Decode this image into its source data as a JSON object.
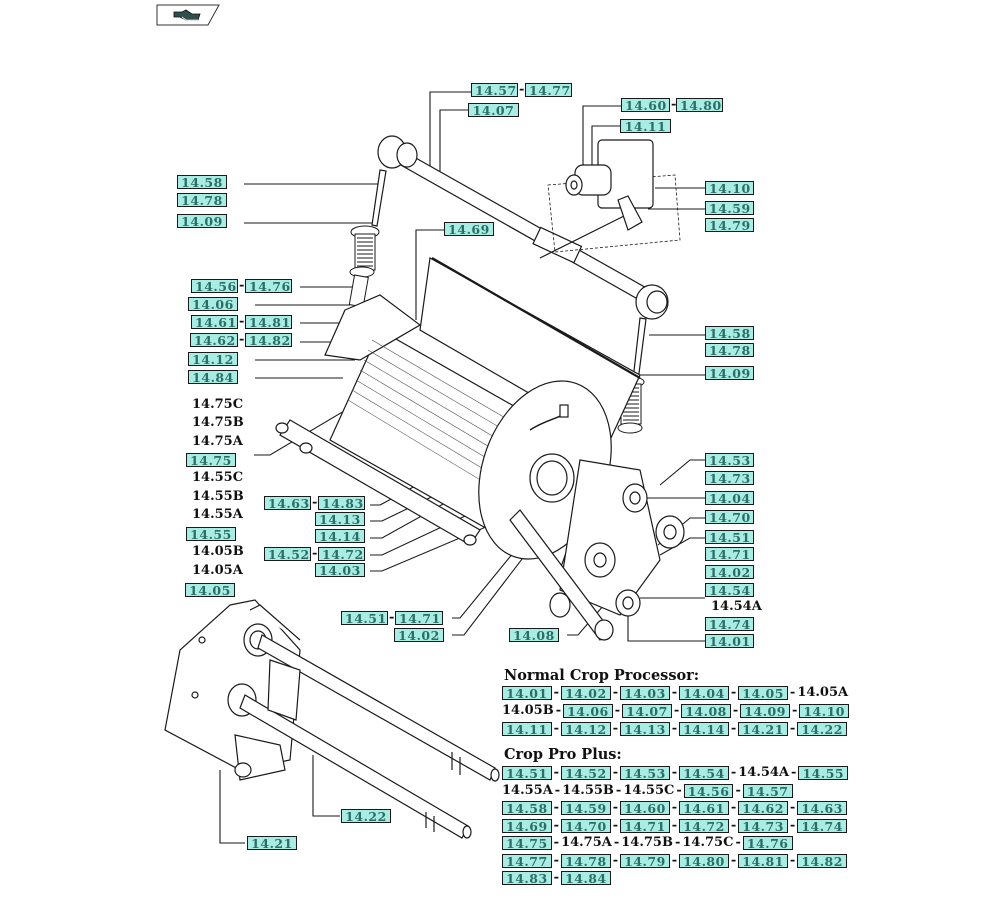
{
  "toolbar": {
    "back_button_icon": "hand-pointer-back-icon"
  },
  "callouts": {
    "top_left_pair": [
      "14.57",
      "14.77"
    ],
    "top_single": "14.07",
    "top_right_pair": [
      "14.60",
      "14.80"
    ],
    "top_right_single": "14.11",
    "right_upper": [
      "14.10",
      "14.59",
      "14.79"
    ],
    "left_upper": [
      "14.58",
      "14.78",
      "14.09"
    ],
    "center_upper": "14.69",
    "left_mid_pair_1": [
      "14.56",
      "14.76"
    ],
    "left_mid_single_1": "14.06",
    "left_mid_pair_2": [
      "14.61",
      "14.81"
    ],
    "left_mid_pair_3": [
      "14.62",
      "14.82"
    ],
    "left_mid_single_2": "14.12",
    "left_mid_single_3": "14.84",
    "right_mid": [
      "14.58",
      "14.78",
      "14.09"
    ],
    "left_stack": {
      "v75c": "14.75C",
      "v75b": "14.75B",
      "v75a": "14.75A",
      "t75": "14.75",
      "v55c": "14.55C",
      "v55b": "14.55B",
      "v55a": "14.55A",
      "t55": "14.55",
      "v05b": "14.05B",
      "v05a": "14.05A",
      "t05": "14.05"
    },
    "center_lower": {
      "pair_1": [
        "14.63",
        "14.83"
      ],
      "s1": "14.13",
      "s2": "14.14",
      "pair_2": [
        "14.52",
        "14.72"
      ],
      "s3": "14.03"
    },
    "bottom_center_pair": [
      "14.51",
      "14.71"
    ],
    "bottom_center_single": "14.02",
    "bottom_center_08": "14.08",
    "right_lower": {
      "a": "14.53",
      "b": "14.73",
      "c": "14.04",
      "d": "14.70",
      "e": "14.51",
      "f": "14.71",
      "g": "14.02",
      "h": "14.54",
      "plain": "14.54A",
      "i": "14.74",
      "j": "14.01"
    },
    "shaft_22": "14.22",
    "shaft_21": "14.21"
  },
  "normal_crop_processor": {
    "title": "Normal Crop Processor:",
    "rows": [
      [
        {
          "t": "14.01"
        },
        {
          "t": "14.02"
        },
        {
          "t": "14.03"
        },
        {
          "t": "14.04"
        },
        {
          "t": "14.05"
        },
        {
          "p": "14.05A"
        }
      ],
      [
        {
          "p": "14.05B"
        },
        {
          "t": "14.06"
        },
        {
          "t": "14.07"
        },
        {
          "t": "14.08"
        },
        {
          "t": "14.09"
        },
        {
          "t": "14.10"
        }
      ],
      [
        {
          "t": "14.11"
        },
        {
          "t": "14.12"
        },
        {
          "t": "14.13"
        },
        {
          "t": "14.14"
        },
        {
          "t": "14.21"
        },
        {
          "t": "14.22"
        }
      ]
    ]
  },
  "crop_pro_plus": {
    "title": "Crop Pro Plus:",
    "rows": [
      [
        {
          "t": "14.51"
        },
        {
          "t": "14.52"
        },
        {
          "t": "14.53"
        },
        {
          "t": "14.54"
        },
        {
          "p": "14.54A"
        },
        {
          "t": "14.55"
        }
      ],
      [
        {
          "p": "14.55A"
        },
        {
          "p": "14.55B"
        },
        {
          "p": "14.55C"
        },
        {
          "t": "14.56"
        },
        {
          "t": "14.57"
        }
      ],
      [
        {
          "t": "14.58"
        },
        {
          "t": "14.59"
        },
        {
          "t": "14.60"
        },
        {
          "t": "14.61"
        },
        {
          "t": "14.62"
        },
        {
          "t": "14.63"
        }
      ],
      [
        {
          "t": "14.69"
        },
        {
          "t": "14.70"
        },
        {
          "t": "14.71"
        },
        {
          "t": "14.72"
        },
        {
          "t": "14.73"
        },
        {
          "t": "14.74"
        }
      ],
      [
        {
          "t": "14.75"
        },
        {
          "p": "14.75A"
        },
        {
          "p": "14.75B"
        },
        {
          "p": "14.75C"
        },
        {
          "t": "14.76"
        }
      ],
      [
        {
          "t": "14.77"
        },
        {
          "t": "14.78"
        },
        {
          "t": "14.79"
        },
        {
          "t": "14.80"
        },
        {
          "t": "14.81"
        },
        {
          "t": "14.82"
        }
      ],
      [
        {
          "t": "14.83"
        },
        {
          "t": "14.84"
        }
      ]
    ]
  },
  "colors": {
    "tag_fill": "#a8ece4",
    "tag_text": "#2a6e66",
    "line": "#1a1a1a"
  }
}
